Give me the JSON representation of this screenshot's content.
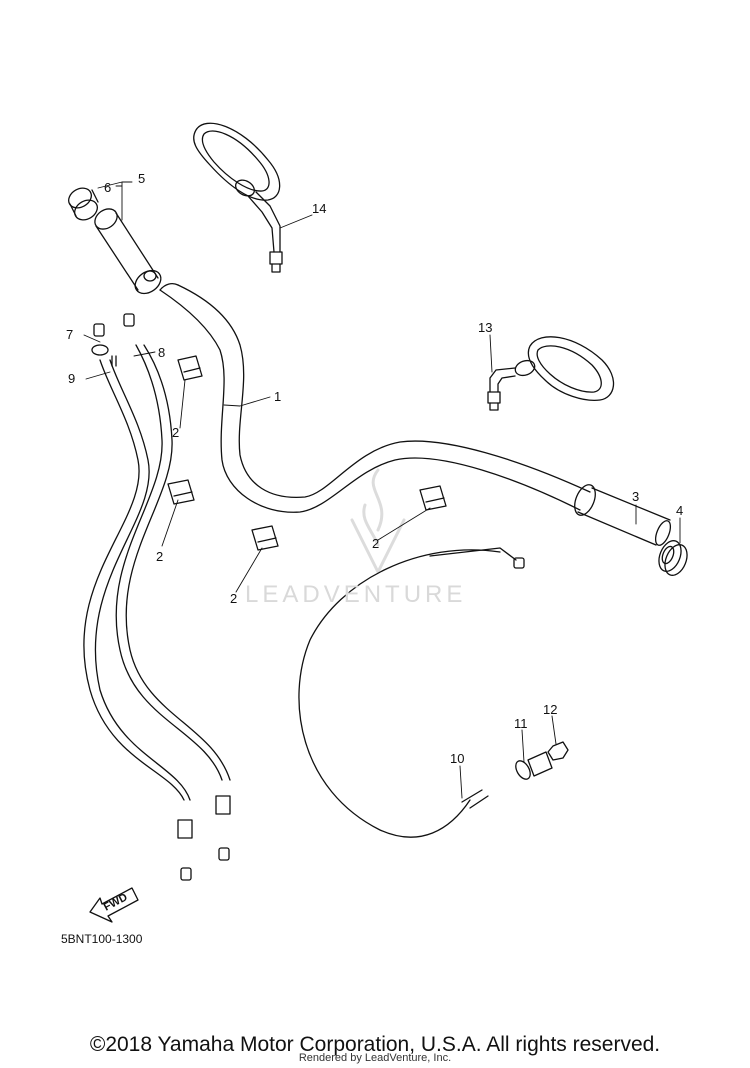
{
  "callouts": [
    {
      "id": "c1",
      "text": "1"
    },
    {
      "id": "c2a",
      "text": "2"
    },
    {
      "id": "c2b",
      "text": "2"
    },
    {
      "id": "c2c",
      "text": "2"
    },
    {
      "id": "c2d",
      "text": "2"
    },
    {
      "id": "c3",
      "text": "3"
    },
    {
      "id": "c4",
      "text": "4"
    },
    {
      "id": "c5",
      "text": "5"
    },
    {
      "id": "c6",
      "text": "6"
    },
    {
      "id": "c7",
      "text": "7"
    },
    {
      "id": "c8",
      "text": "8"
    },
    {
      "id": "c9",
      "text": "9"
    },
    {
      "id": "c10",
      "text": "10"
    },
    {
      "id": "c11",
      "text": "11"
    },
    {
      "id": "c12",
      "text": "12"
    },
    {
      "id": "c13",
      "text": "13"
    },
    {
      "id": "c14",
      "text": "14"
    }
  ],
  "watermark": "LEADVENTURE",
  "fwd_label": "FWD",
  "diagram_code": "5BNT100-1300",
  "copyright": "©2018 Yamaha Motor Corporation, U.S.A. All rights reserved.",
  "rendered_by": "Rendered by LeadVenture, Inc.",
  "colors": {
    "line": "#111111",
    "watermark": "#d9d9d9",
    "background": "#ffffff"
  }
}
